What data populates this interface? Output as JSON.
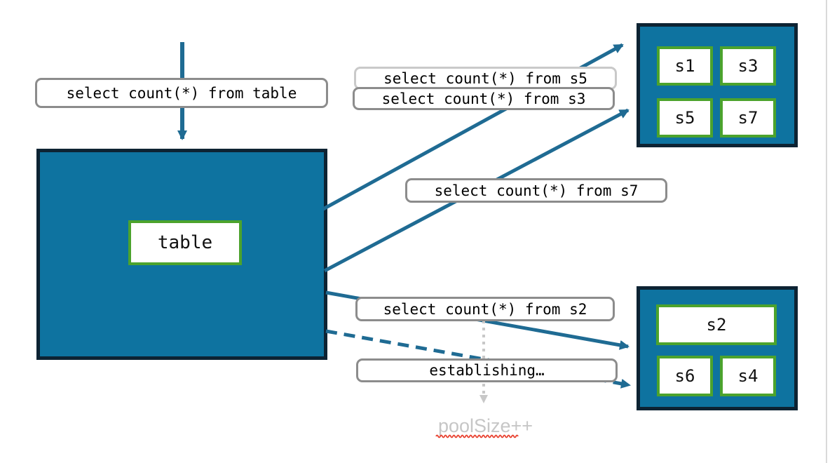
{
  "diagram": {
    "queries": {
      "table": "select count(*) from table",
      "s5": "select count(*) from s5",
      "s3": "select count(*) from s3",
      "s7": "select count(*) from s7",
      "s2": "select count(*) from s2"
    },
    "status": {
      "establishing": "establishing…",
      "pool_size": "poolSize++"
    },
    "table_box": {
      "label": "table"
    },
    "clusters": {
      "top": {
        "shards": [
          "s1",
          "s3",
          "s5",
          "s7"
        ]
      },
      "bottom": {
        "shards": [
          "s2",
          "s6",
          "s4"
        ]
      }
    },
    "colors": {
      "box_fill": "#0e73a0",
      "box_border": "#0d2333",
      "shard_border": "#4ca32d",
      "arrow": "#1f6b93",
      "label_border": "#8c8c8c",
      "label_border_light": "#c9c9c9",
      "muted_gray": "#c6c6c6",
      "squiggle_red": "#e8402e"
    }
  }
}
